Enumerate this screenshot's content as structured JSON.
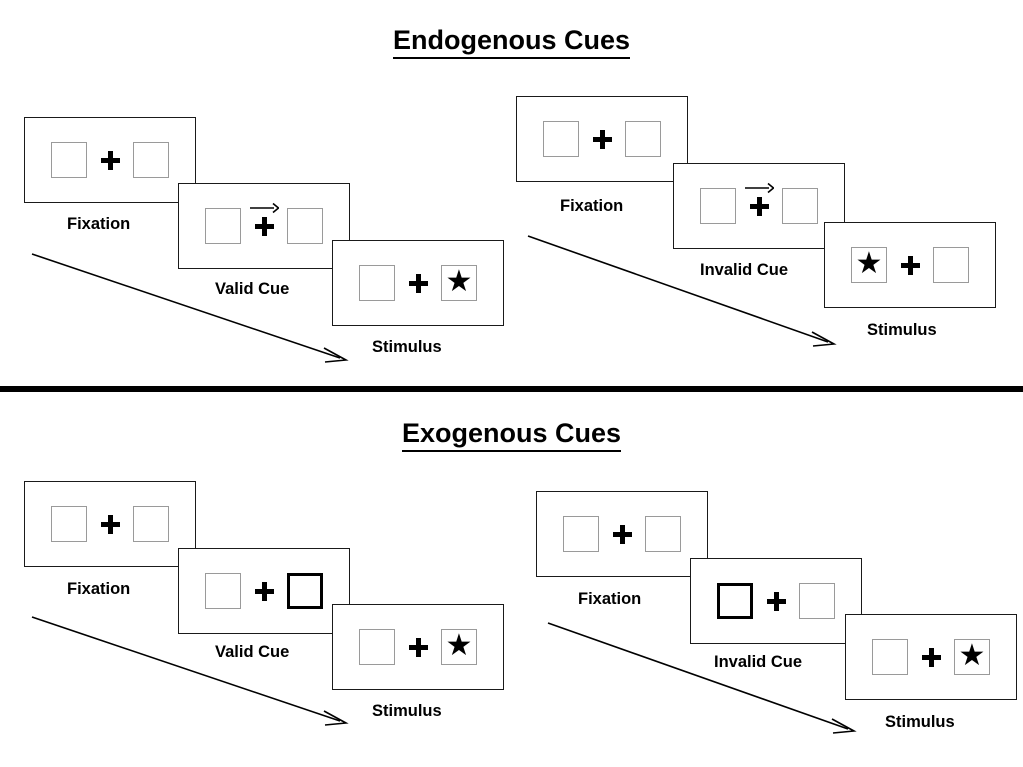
{
  "figure": {
    "title_endogenous": "Endogenous Cues",
    "title_exogenous": "Exogenous Cues",
    "background": "#ffffff",
    "line_color": "#1a1a1a",
    "box_border_color": "#9a9a9a",
    "cued_box_color": "#000000",
    "divider_color": "#000000"
  },
  "icons": {
    "plus": "fixation-cross-icon",
    "star": "star-stimulus-icon",
    "cue_arrow": "right-arrow-cue-icon",
    "time_arrow": "time-progression-arrow-icon"
  },
  "sections": [
    {
      "id": "endogenous",
      "title": "Endogenous Cues",
      "trials": [
        {
          "id": "endogenous-valid",
          "cue_type": "central-arrow",
          "panels": [
            {
              "caption": "Fixation",
              "left_box": "empty",
              "right_box": "empty",
              "cue": "none",
              "stimulus_side": "none"
            },
            {
              "caption": "Valid Cue",
              "left_box": "empty",
              "right_box": "empty",
              "cue": "arrow-right",
              "stimulus_side": "none"
            },
            {
              "caption": "Stimulus",
              "left_box": "empty",
              "right_box": "star",
              "cue": "none",
              "stimulus_side": "right"
            }
          ]
        },
        {
          "id": "endogenous-invalid",
          "cue_type": "central-arrow",
          "panels": [
            {
              "caption": "Fixation",
              "left_box": "empty",
              "right_box": "empty",
              "cue": "none",
              "stimulus_side": "none"
            },
            {
              "caption": "Invalid Cue",
              "left_box": "empty",
              "right_box": "empty",
              "cue": "arrow-right",
              "stimulus_side": "none"
            },
            {
              "caption": "Stimulus",
              "left_box": "star",
              "right_box": "empty",
              "cue": "none",
              "stimulus_side": "left"
            }
          ]
        }
      ]
    },
    {
      "id": "exogenous",
      "title": "Exogenous Cues",
      "trials": [
        {
          "id": "exogenous-valid",
          "cue_type": "peripheral-box",
          "panels": [
            {
              "caption": "Fixation",
              "left_box": "empty",
              "right_box": "empty",
              "cue": "box-right",
              "stimulus_side": "none"
            },
            {
              "caption": "Valid Cue",
              "left_box": "empty",
              "right_box": "cued",
              "cue": "box-right",
              "stimulus_side": "none"
            },
            {
              "caption": "Stimulus",
              "left_box": "empty",
              "right_box": "star",
              "cue": "none",
              "stimulus_side": "right"
            }
          ]
        },
        {
          "id": "exogenous-invalid",
          "cue_type": "peripheral-box",
          "panels": [
            {
              "caption": "Fixation",
              "left_box": "empty",
              "right_box": "empty",
              "cue": "box-left",
              "stimulus_side": "none"
            },
            {
              "caption": "Invalid Cue",
              "left_box": "cued",
              "right_box": "empty",
              "cue": "box-left",
              "stimulus_side": "none"
            },
            {
              "caption": "Stimulus",
              "left_box": "empty",
              "right_box": "star",
              "cue": "none",
              "stimulus_side": "right"
            }
          ]
        }
      ]
    }
  ],
  "labels": {
    "fixation": "Fixation",
    "valid_cue": "Valid Cue",
    "invalid_cue": "Invalid Cue",
    "stimulus": "Stimulus"
  }
}
